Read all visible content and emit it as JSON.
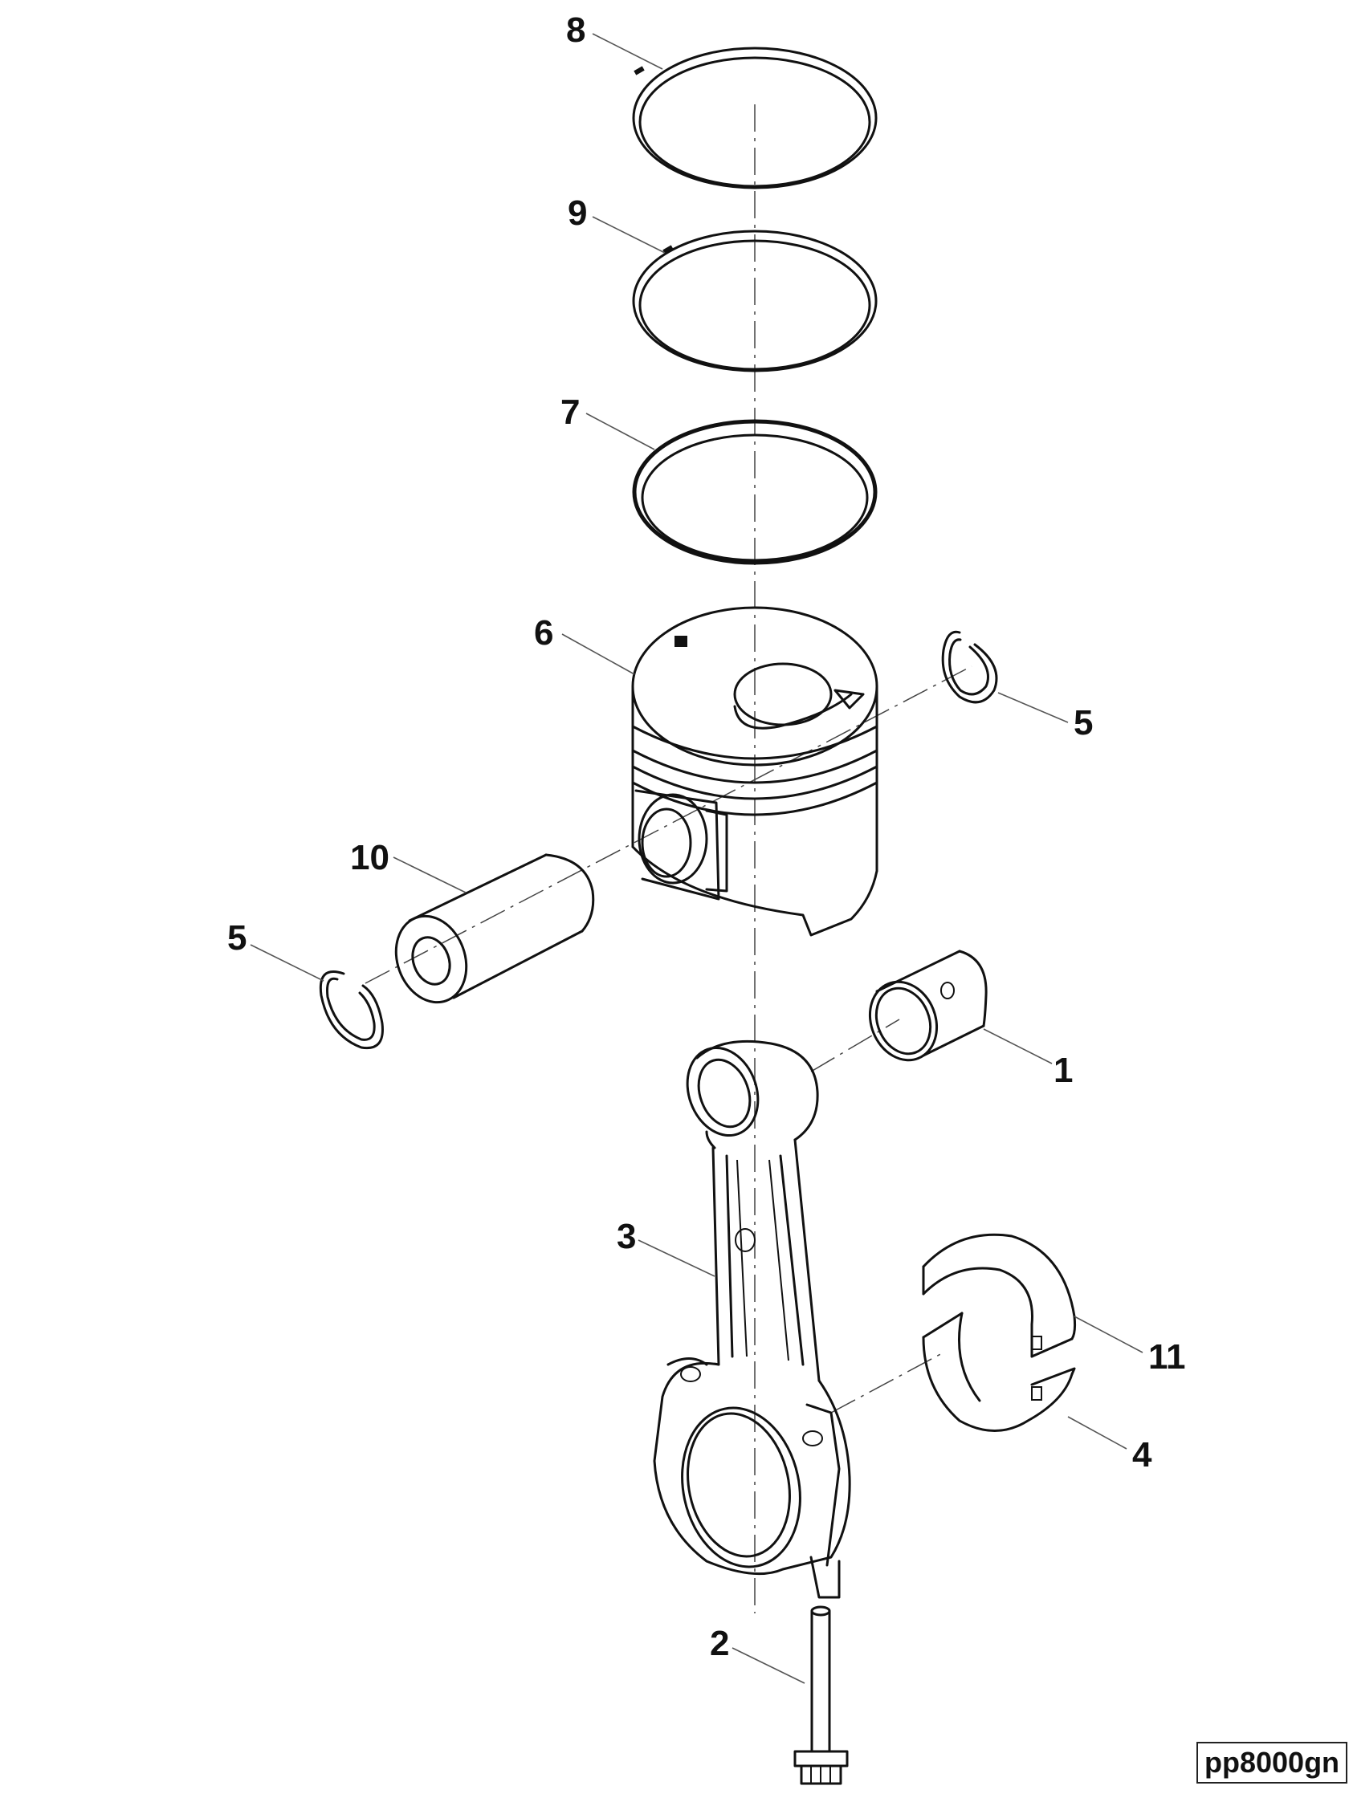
{
  "diagram": {
    "callouts": {
      "c1": "1",
      "c2": "2",
      "c3": "3",
      "c4": "4",
      "c5_right": "5",
      "c5_left": "5",
      "c6": "6",
      "c7": "7",
      "c8": "8",
      "c9": "9",
      "c10": "10",
      "c11": "11"
    },
    "figure_id": "pp8000gn"
  }
}
